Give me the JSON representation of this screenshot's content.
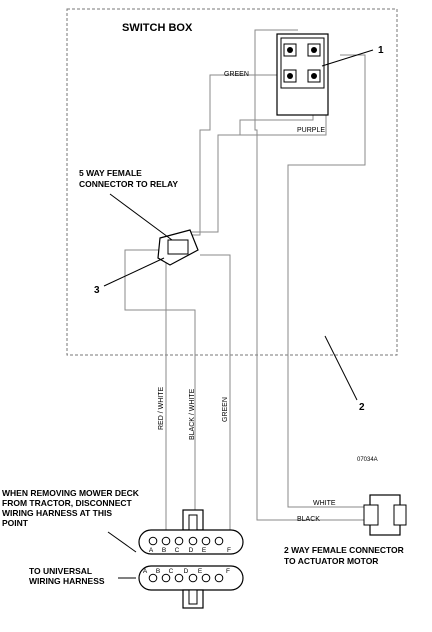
{
  "title": "SWITCH BOX",
  "callouts": {
    "c1": "1",
    "c2": "2",
    "c3": "3"
  },
  "notes": {
    "relay_line1": "5 WAY FEMALE",
    "relay_line2": "CONNECTOR TO RELAY",
    "remove_line1": "WHEN REMOVING MOWER DECK",
    "remove_line2": "FROM TRACTOR, DISCONNECT",
    "remove_line3": "WIRING HARNESS AT THIS",
    "remove_line4": "POINT",
    "universal_line1": "TO UNIVERSAL",
    "universal_line2": "WIRING HARNESS",
    "actuator_line1": "2 WAY FEMALE CONNECTOR",
    "actuator_line2": "TO ACTUATOR MOTOR",
    "part_number": "07034A"
  },
  "wire_labels": {
    "green_top": "GREEN",
    "purple": "PURPLE",
    "red_white": "RED / WHITE",
    "black_white": "BLACK / WHITE",
    "green_vertical": "GREEN",
    "white": "WHITE",
    "black": "BLACK"
  },
  "pins_upper": [
    "A",
    "B",
    "C",
    "D",
    "E",
    "F"
  ],
  "pins_lower": [
    "A",
    "B",
    "C",
    "D",
    "E",
    "F"
  ]
}
